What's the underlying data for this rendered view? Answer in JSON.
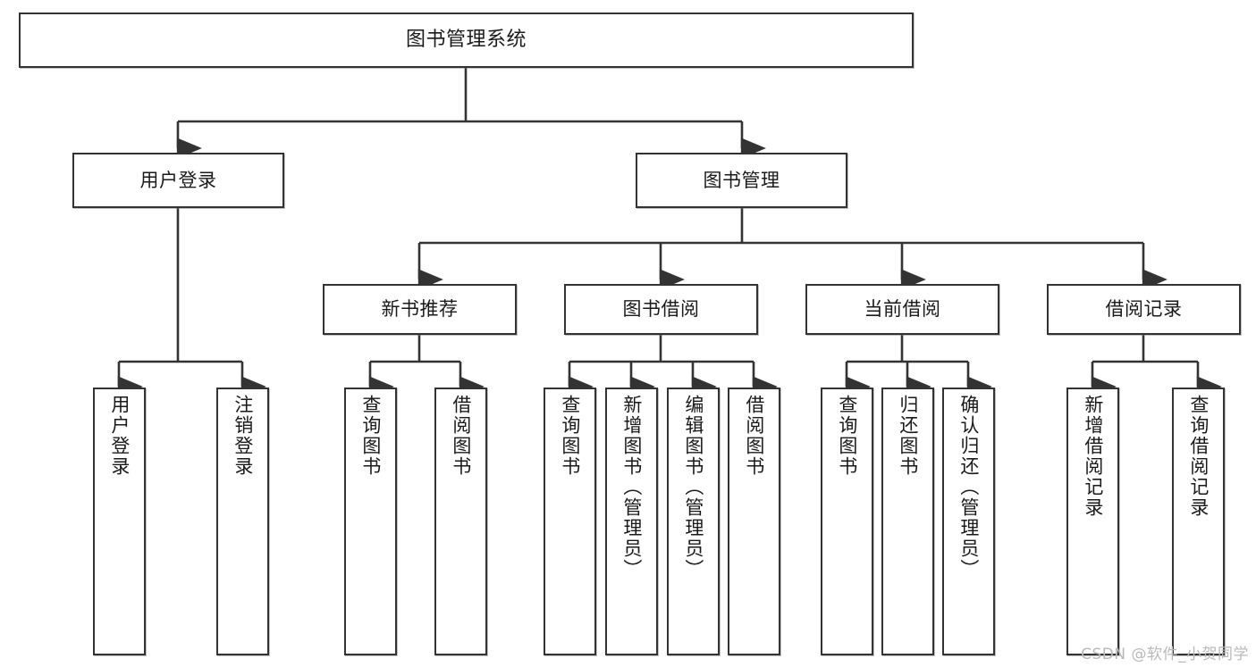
{
  "diagram": {
    "title": "图书管理系统",
    "type": "hierarchy-tree",
    "watermark": "CSDN @软件_小贺同学",
    "colors": {
      "background": "#ffffff",
      "node_border": "#333333",
      "node_fill": "#ffffff",
      "connector": "#333333",
      "text": "#1a1a1a",
      "watermark": "#b9b9b9"
    },
    "levels": [
      {
        "level": 1,
        "nodes": [
          {
            "id": "root",
            "label": "图书管理系统",
            "orientation": "horizontal"
          }
        ]
      },
      {
        "level": 2,
        "nodes": [
          {
            "id": "user-login",
            "label": "用户登录",
            "orientation": "horizontal",
            "parent": "root"
          },
          {
            "id": "book-manage",
            "label": "图书管理",
            "orientation": "horizontal",
            "parent": "root"
          }
        ]
      },
      {
        "level": 3,
        "nodes": [
          {
            "id": "new-book-rec",
            "label": "新书推荐",
            "orientation": "horizontal",
            "parent": "book-manage"
          },
          {
            "id": "book-borrow",
            "label": "图书借阅",
            "orientation": "horizontal",
            "parent": "book-manage"
          },
          {
            "id": "current-borrow",
            "label": "当前借阅",
            "orientation": "horizontal",
            "parent": "book-manage"
          },
          {
            "id": "borrow-record",
            "label": "借阅记录",
            "orientation": "horizontal",
            "parent": "book-manage"
          }
        ]
      },
      {
        "level": 4,
        "nodes": [
          {
            "id": "leaf-user-login",
            "label": "用户登录",
            "orientation": "vertical",
            "parent": "user-login"
          },
          {
            "id": "leaf-user-logout",
            "label": "注销登录",
            "orientation": "vertical",
            "parent": "user-login"
          },
          {
            "id": "leaf-query-book-1",
            "label": "查询图书",
            "orientation": "vertical",
            "parent": "new-book-rec"
          },
          {
            "id": "leaf-borrow-book-1",
            "label": "借阅图书",
            "orientation": "vertical",
            "parent": "new-book-rec"
          },
          {
            "id": "leaf-query-book-2",
            "label": "查询图书",
            "orientation": "vertical",
            "parent": "book-borrow"
          },
          {
            "id": "leaf-add-book",
            "label": "新增图书（管理员）",
            "orientation": "vertical",
            "parent": "book-borrow"
          },
          {
            "id": "leaf-edit-book",
            "label": "编辑图书（管理员）",
            "orientation": "vertical",
            "parent": "book-borrow"
          },
          {
            "id": "leaf-borrow-book-2",
            "label": "借阅图书",
            "orientation": "vertical",
            "parent": "book-borrow"
          },
          {
            "id": "leaf-query-book-3",
            "label": "查询图书",
            "orientation": "vertical",
            "parent": "current-borrow"
          },
          {
            "id": "leaf-return-book",
            "label": "归还图书",
            "orientation": "vertical",
            "parent": "current-borrow"
          },
          {
            "id": "leaf-confirm-return",
            "label": "确认归还（管理员）",
            "orientation": "vertical",
            "parent": "current-borrow"
          },
          {
            "id": "leaf-add-record",
            "label": "新增借阅记录",
            "orientation": "vertical",
            "parent": "borrow-record"
          },
          {
            "id": "leaf-query-record",
            "label": "查询借阅记录",
            "orientation": "vertical",
            "parent": "borrow-record"
          }
        ]
      }
    ]
  }
}
